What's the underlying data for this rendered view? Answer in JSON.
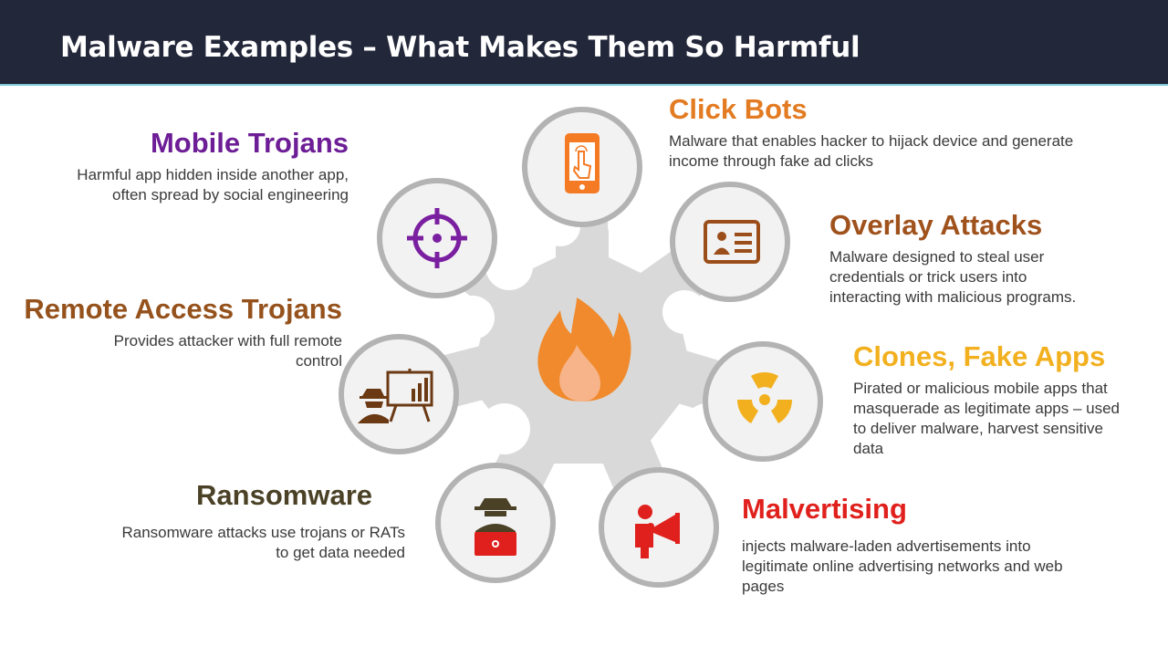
{
  "header": {
    "title": "Malware Examples – What Makes Them So Harmful"
  },
  "colors": {
    "header_bg": "#23273a",
    "hub": "#d9d9d9",
    "circle_ring": "#b3b3b3",
    "circle_fill": "#f2f2f2",
    "flame_outer": "#f08a2c",
    "flame_inner": "#f7b48a"
  },
  "items": [
    {
      "key": "click_bots",
      "title": "Click Bots",
      "color": "#e37b22",
      "lines": [
        "Malware that enables hacker to hijack device and generate",
        "income through fake ad clicks"
      ],
      "icon": "smartphone-tap-icon"
    },
    {
      "key": "overlay",
      "title": "Overlay Attacks",
      "color": "#a0521d",
      "lines": [
        "Malware designed to steal user",
        "credentials or trick users into",
        "interacting with malicious programs."
      ],
      "icon": "id-card-icon"
    },
    {
      "key": "clones",
      "title": "Clones, Fake Apps",
      "color": "#f2b01e",
      "lines": [
        "Pirated or malicious mobile apps that",
        "masquerade as legitimate apps – used",
        "to deliver malware, harvest sensitive",
        "data"
      ],
      "icon": "radiation-icon"
    },
    {
      "key": "malvertising",
      "title": "Malvertising",
      "color": "#e0201c",
      "lines": [
        "injects malware-laden advertisements into",
        "legitimate online advertising networks and web",
        "pages"
      ],
      "icon": "megaphone-person-icon"
    },
    {
      "key": "ransomware",
      "title": "Ransomware",
      "color": "#4a4126",
      "lines": [
        "Ransomware attacks use trojans or RATs",
        "to get data needed"
      ],
      "icon": "hacker-laptop-icon"
    },
    {
      "key": "rat",
      "title": "Remote Access Trojans",
      "color": "#95521c",
      "lines": [
        "Provides attacker with full remote",
        "control"
      ],
      "icon": "spy-presentation-icon"
    },
    {
      "key": "mobile_trojans",
      "title": "Mobile Trojans",
      "color": "#6d1e96",
      "lines": [
        "Harmful app hidden inside another app,",
        "often spread by social engineering"
      ],
      "icon": "crosshair-icon"
    }
  ]
}
